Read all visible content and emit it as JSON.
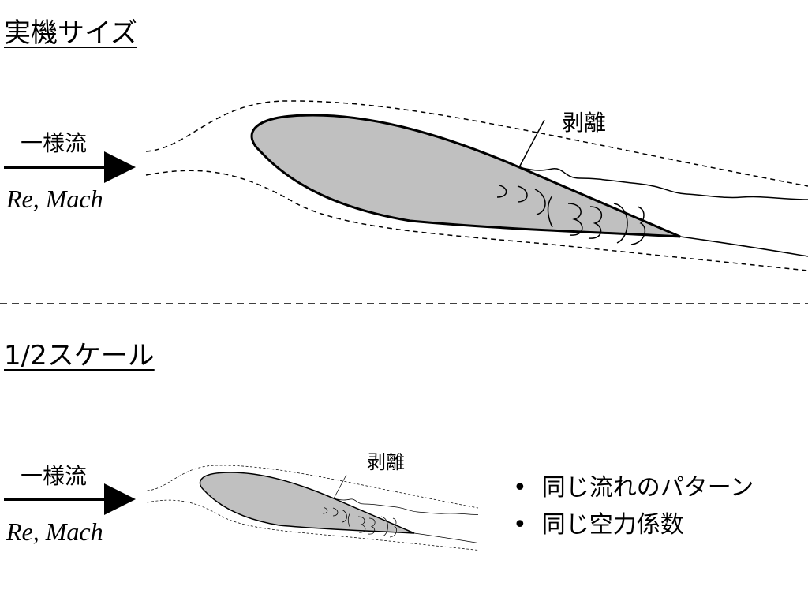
{
  "sections": [
    {
      "title": "実機サイズ",
      "flow_label": "一様流",
      "params": "Re, Mach",
      "separation_label": "剥離"
    },
    {
      "title": "1/2スケール",
      "flow_label": "一様流",
      "params": "Re, Mach",
      "separation_label": "剥離"
    }
  ],
  "bullets": [
    "同じ流れのパターン",
    "同じ空力係数"
  ],
  "colors": {
    "airfoil_fill": "#c0c0c0",
    "stroke": "#000000"
  }
}
